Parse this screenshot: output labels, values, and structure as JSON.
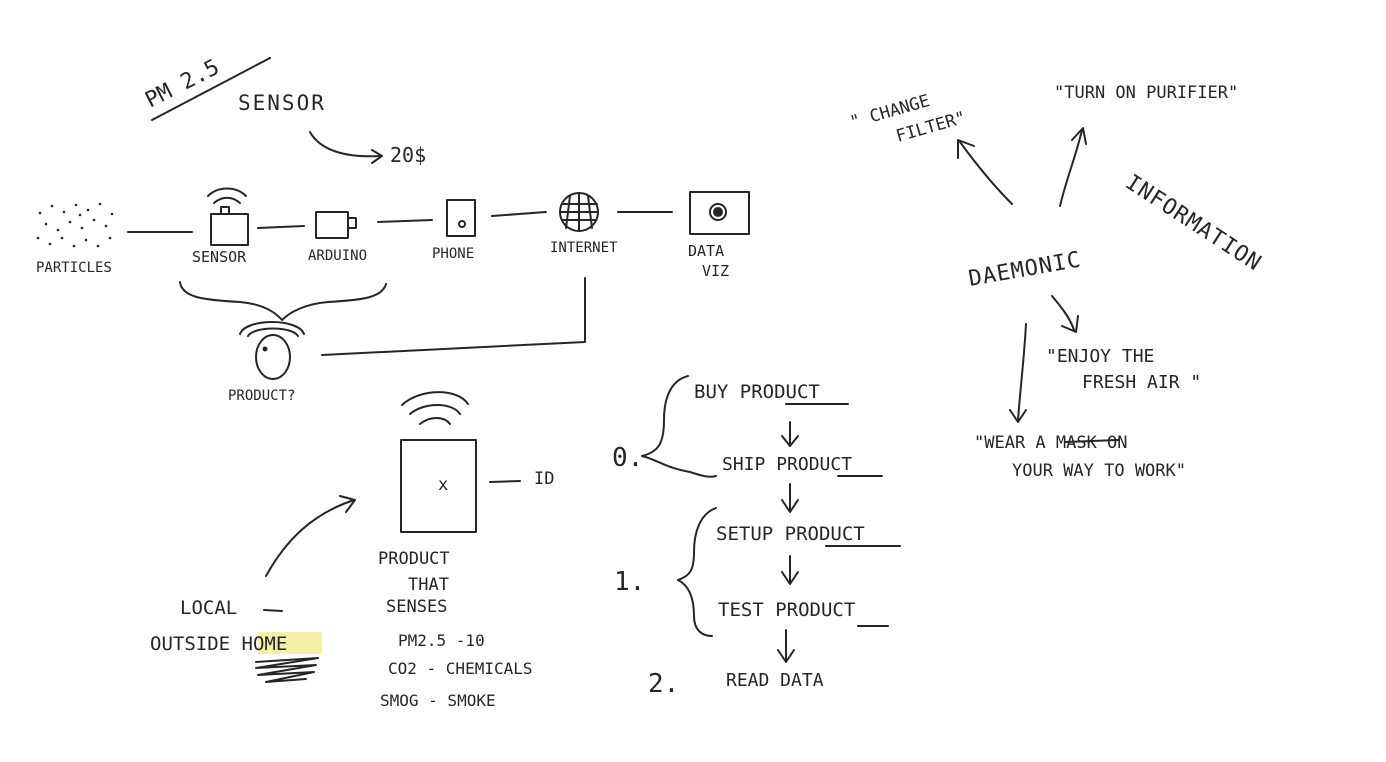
{
  "top_left": {
    "pm_label": "PM 2.5",
    "sensor_label": "SENSOR",
    "price": "20$"
  },
  "pipeline": {
    "particles": "PARTICLES",
    "sensor": "SENSOR",
    "arduino": "ARDUINO",
    "phone": "PHONE",
    "internet": "INTERNET",
    "data_viz_line1": "DATA",
    "data_viz_line2": "VIZ",
    "product_question": "PRODUCT?"
  },
  "product_device": {
    "mark": "x",
    "id": "ID",
    "caption_line1": "PRODUCT",
    "caption_line2": "THAT",
    "caption_line3": "SENSES",
    "location_line1": "LOCAL",
    "location_line2_a": "OUTSIDE ",
    "location_line2_b": "HOME",
    "senses_1": "PM2.5 -10",
    "senses_2": "CO2 - CHEMICALS",
    "senses_3": "SMOG - SMOKE",
    "highlight_color": "#f4f0a6"
  },
  "steps": {
    "stage0": "0.",
    "stage1": "1.",
    "stage2": "2.",
    "buy_a": "BUY ",
    "buy_b": "PRODUCT",
    "ship_a": "SHIP ",
    "ship_b": "PRODUCT",
    "setup_a": "SETUP ",
    "setup_b": "PRODUCT",
    "test_a": "TEST ",
    "test_b": "PRODUCT",
    "read": "READ DATA"
  },
  "daemon": {
    "daemonic": "DAEMONIC",
    "information": "INFORMATION",
    "change_filter_1": "\" CHANGE",
    "change_filter_2": "FILTER\"",
    "turn_on": "\"TURN ON PURIFIER\"",
    "enjoy_1": "\"ENJOY THE",
    "enjoy_2": "FRESH AIR \"",
    "wear_1": "\"WEAR A MASK ON",
    "wear_2": "YOUR WAY TO WORK\""
  }
}
